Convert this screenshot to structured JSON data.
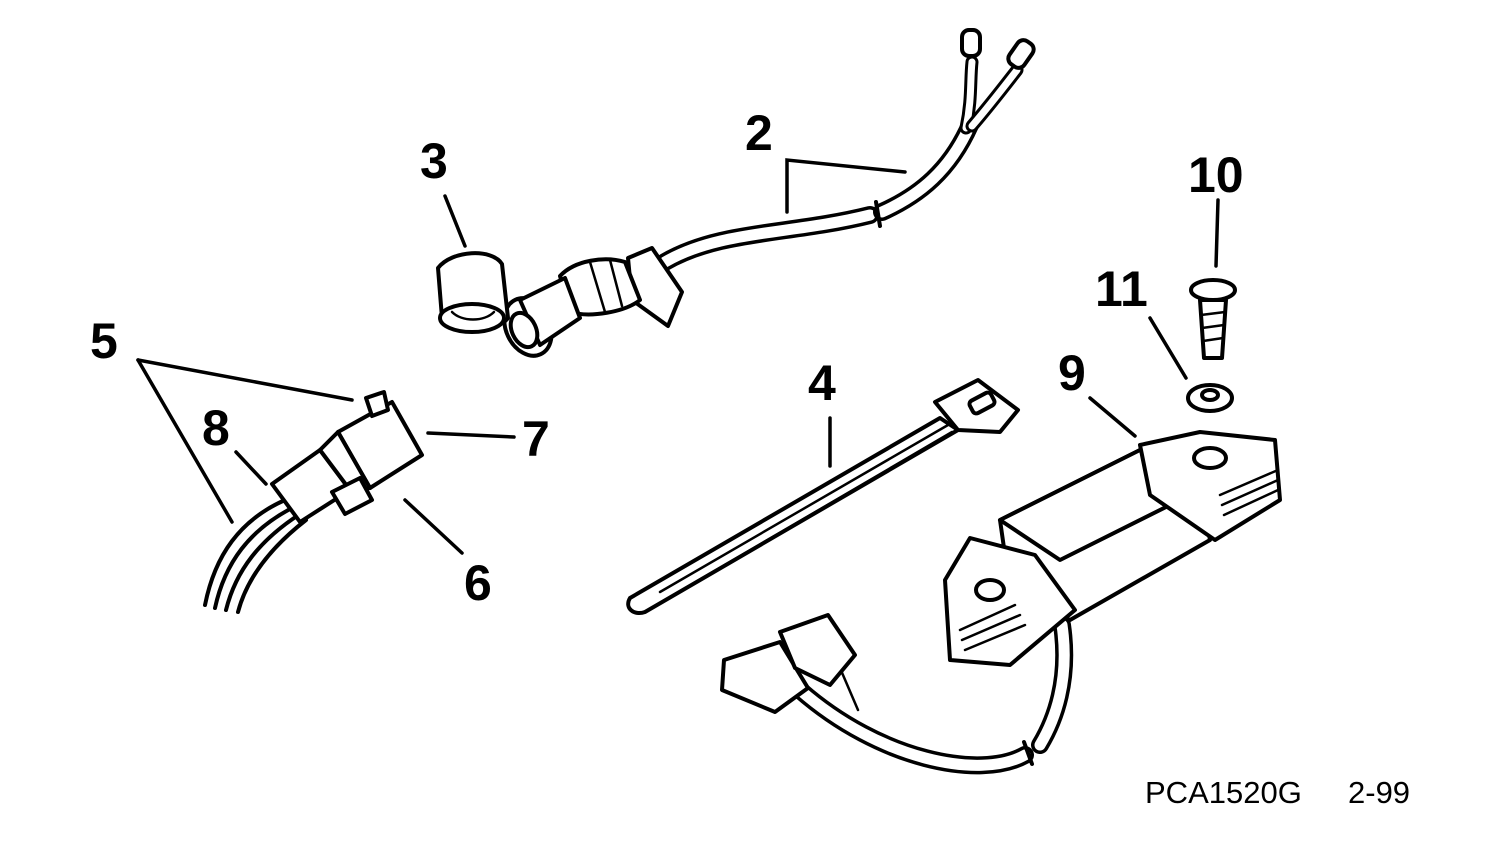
{
  "callouts": {
    "c2": "2",
    "c3": "3",
    "c4": "4",
    "c5": "5",
    "c6": "6",
    "c7": "7",
    "c8": "8",
    "c9": "9",
    "c10": "10",
    "c11": "11"
  },
  "footer": {
    "code": "PCA1520G",
    "date": "2-99"
  }
}
